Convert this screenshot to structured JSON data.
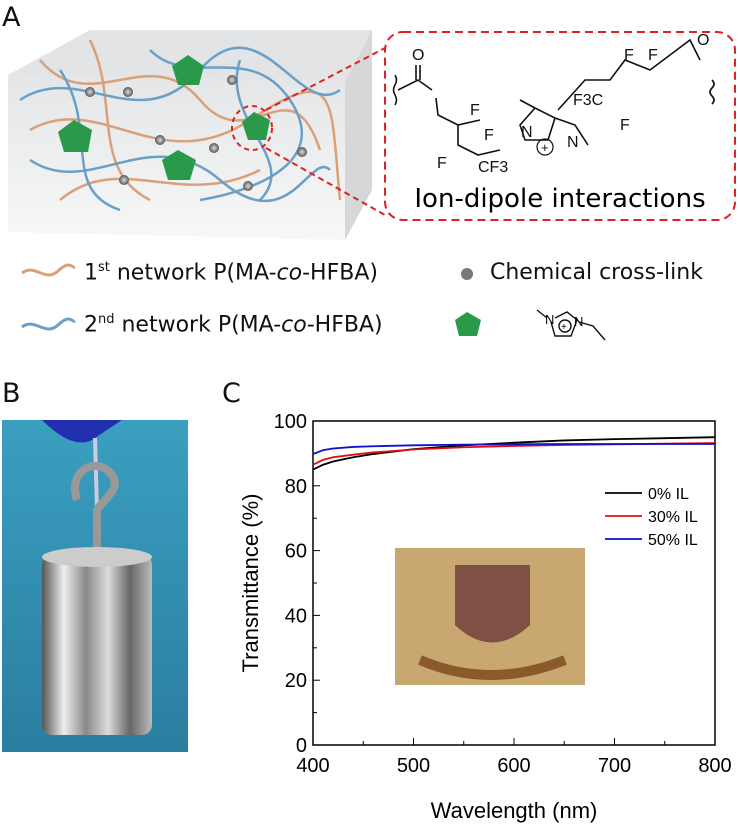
{
  "panels": {
    "a": "A",
    "b": "B",
    "c": "C"
  },
  "panel_a": {
    "callout_caption": "Ion-dipole interactions",
    "chem_labels": [
      "O",
      "O",
      "F",
      "F",
      "F",
      "F",
      "F",
      "F",
      "CF3",
      "F3C",
      "N",
      "N",
      "+"
    ],
    "legend": [
      {
        "num": "1",
        "sup": "st",
        "pre": " network P(MA-",
        "ital": "co",
        "post": "-HFBA)",
        "icon": "orange-fiber-icon",
        "color": "#d9a07a"
      },
      {
        "num": "2",
        "sup": "nd",
        "pre": " network P(MA-",
        "ital": "co",
        "post": "-HFBA)",
        "icon": "blue-fiber-icon",
        "color": "#6aa0c8"
      },
      {
        "label": "Chemical cross-link",
        "icon": "gray-sphere-icon"
      },
      {
        "icon": "green-pentagon-icon",
        "struct": "imidazolium-cation-icon"
      }
    ],
    "struct_labels": {
      "n1": "N",
      "n2": "N",
      "plus": "+"
    }
  },
  "chart_data": {
    "type": "line",
    "xlabel": "Wavelength (nm)",
    "ylabel": "Transmittance (%)",
    "xlim": [
      400,
      800
    ],
    "ylim": [
      0,
      100
    ],
    "xticks": [
      400,
      500,
      600,
      700,
      800
    ],
    "yticks": [
      0,
      20,
      40,
      60,
      80,
      100
    ],
    "grid": false,
    "legend_position": "right, upper-middle",
    "x": [
      400,
      410,
      420,
      440,
      460,
      500,
      550,
      600,
      650,
      700,
      750,
      800
    ],
    "series": [
      {
        "name": "0% IL",
        "color": "#000000",
        "values": [
          85,
          86.5,
          87.5,
          88.8,
          89.8,
          91.3,
          92.5,
          93.3,
          94,
          94.4,
          94.7,
          95
        ]
      },
      {
        "name": "30% IL",
        "color": "#e01010",
        "values": [
          86.5,
          88,
          88.8,
          89.6,
          90.3,
          91.2,
          91.9,
          92.3,
          92.6,
          92.8,
          93,
          93.2
        ]
      },
      {
        "name": "50% IL",
        "color": "#1010d0",
        "values": [
          89.8,
          91,
          91.5,
          92,
          92.2,
          92.5,
          92.7,
          92.8,
          92.9,
          92.9,
          92.9,
          92.9
        ]
      }
    ]
  }
}
